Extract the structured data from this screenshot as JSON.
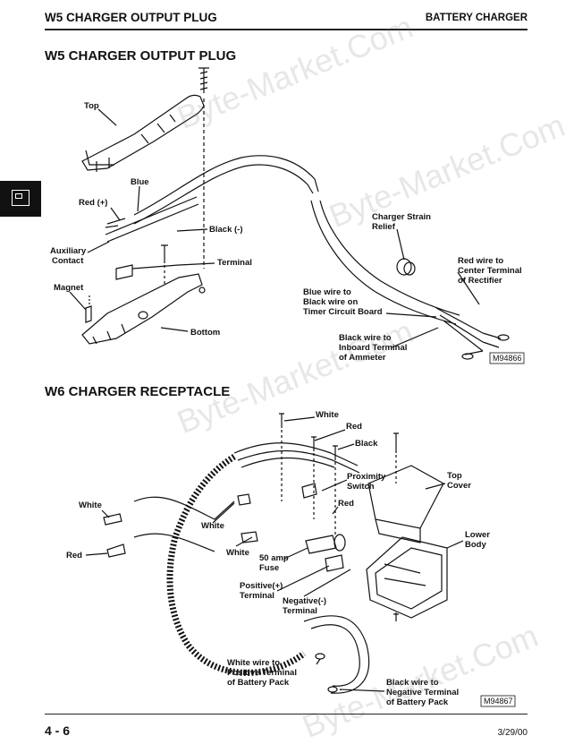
{
  "header": {
    "section": "W5 CHARGER OUTPUT PLUG",
    "chapter": "BATTERY CHARGER"
  },
  "w5": {
    "title": "W5 CHARGER OUTPUT PLUG",
    "labels": {
      "top": "Top",
      "blue": "Blue",
      "red_plus": "Red (+)",
      "black_minus": "Black (-)",
      "aux1": "Auxiliary",
      "aux2": "Contact",
      "terminal": "Terminal",
      "magnet": "Magnet",
      "bottom": "Bottom",
      "strain1": "Charger Strain",
      "strain2": "Relief",
      "red_wire1": "Red wire to",
      "red_wire2": "Center Terminal",
      "red_wire3": "of Rectifier",
      "blue_wire1": "Blue wire to",
      "blue_wire2": "Black wire on",
      "blue_wire3": "Timer Circuit Board",
      "black_wire1": "Black wire to",
      "black_wire2": "Inboard Terminal",
      "black_wire3": "of Ammeter"
    },
    "figure_id": "M94866"
  },
  "w6": {
    "title": "W6 CHARGER RECEPTACLE",
    "labels": {
      "white_top": "White",
      "red_top": "Red",
      "black_top": "Black",
      "prox1": "Proximity",
      "prox2": "Switch",
      "red_mid": "Red",
      "top_cover1": "Top",
      "top_cover2": "Cover",
      "white_left": "White",
      "white_mid": "White",
      "white_lower": "White",
      "red_left": "Red",
      "lower_body1": "Lower",
      "lower_body2": "Body",
      "fuse1": "50 amp",
      "fuse2": "Fuse",
      "pos1": "Positive(+)",
      "pos2": "Terminal",
      "neg1": "Negative(-)",
      "neg2": "Terminal",
      "white_wire1": "White wire to",
      "white_wire2": "Positive Terminal",
      "white_wire3": "of Battery Pack",
      "black_wire1": "Black wire to",
      "black_wire2": "Negative Terminal",
      "black_wire3": "of Battery Pack"
    },
    "figure_id": "M94867"
  },
  "footer": {
    "page": "4 - 6",
    "date": "3/29/00"
  },
  "watermark": "Byte-Market.Com"
}
